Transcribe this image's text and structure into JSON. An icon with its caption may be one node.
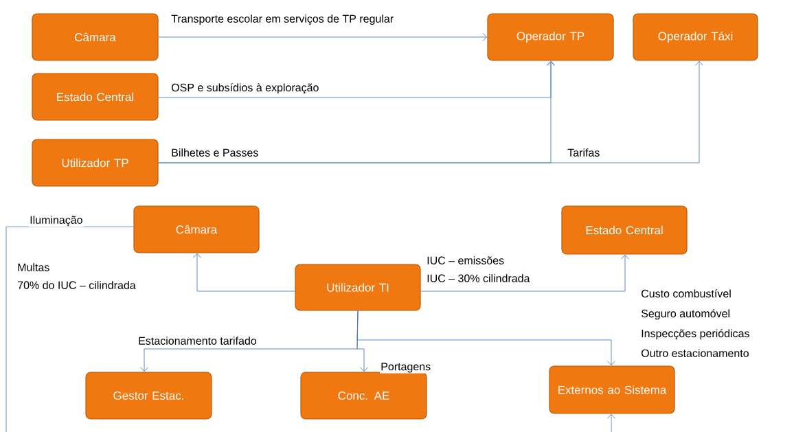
{
  "diagram": {
    "nodes": [
      {
        "text": [
          "Câmara"
        ]
      },
      {
        "text": [
          "Operador TP"
        ]
      },
      {
        "text": [
          "Operador Táxi"
        ]
      },
      {
        "text": [
          "Estado Central"
        ]
      },
      {
        "text": [
          "Utilizador TP"
        ]
      },
      {
        "text": [
          "Câmara"
        ]
      },
      {
        "text": [
          "Estado Central"
        ]
      },
      {
        "text": [
          "Utilizador TI"
        ]
      },
      {
        "text": [
          "Gestor Estac."
        ]
      },
      {
        "text": [
          "Conc. AE"
        ]
      },
      {
        "text": [
          "Externos ao Sistema"
        ]
      }
    ],
    "edges": [
      {
        "from": 0,
        "to": 1,
        "arrow": "to",
        "label": "Transporte escolar em serviços de TP regular"
      },
      {
        "from": 3,
        "to": 1,
        "arrow": "to",
        "label": "OSP e subsídios à exploração"
      },
      {
        "from": 4,
        "to": 1,
        "arrow": "to",
        "label": "Bilhetes e Passes"
      },
      {
        "from": 4,
        "to": 2,
        "arrow": "to",
        "label": "Tarifas"
      },
      {
        "from": 5,
        "to": null,
        "arrow": "none",
        "label": "Iluminação"
      },
      {
        "from": 7,
        "to": 5,
        "arrow": "to"
      },
      {
        "from": 7,
        "to": 6,
        "arrow": "to"
      },
      {
        "from": 7,
        "to": 8,
        "arrow": "to",
        "label": "Estacionamento tarifado"
      },
      {
        "from": 7,
        "to": 9,
        "arrow": "to",
        "label": "Portagens"
      },
      {
        "from": 7,
        "to": 10,
        "arrow": "to"
      },
      {
        "from": null,
        "to": 10,
        "arrow": "to"
      }
    ],
    "labels": [
      "Multas",
      "70% do IUC – cilindrada",
      "IUC – emissões",
      "IUC – 30% cilindrada",
      "Custo combustível",
      "Seguro automóvel",
      "Inspecções periódicas",
      "Outro estacionamento"
    ]
  }
}
